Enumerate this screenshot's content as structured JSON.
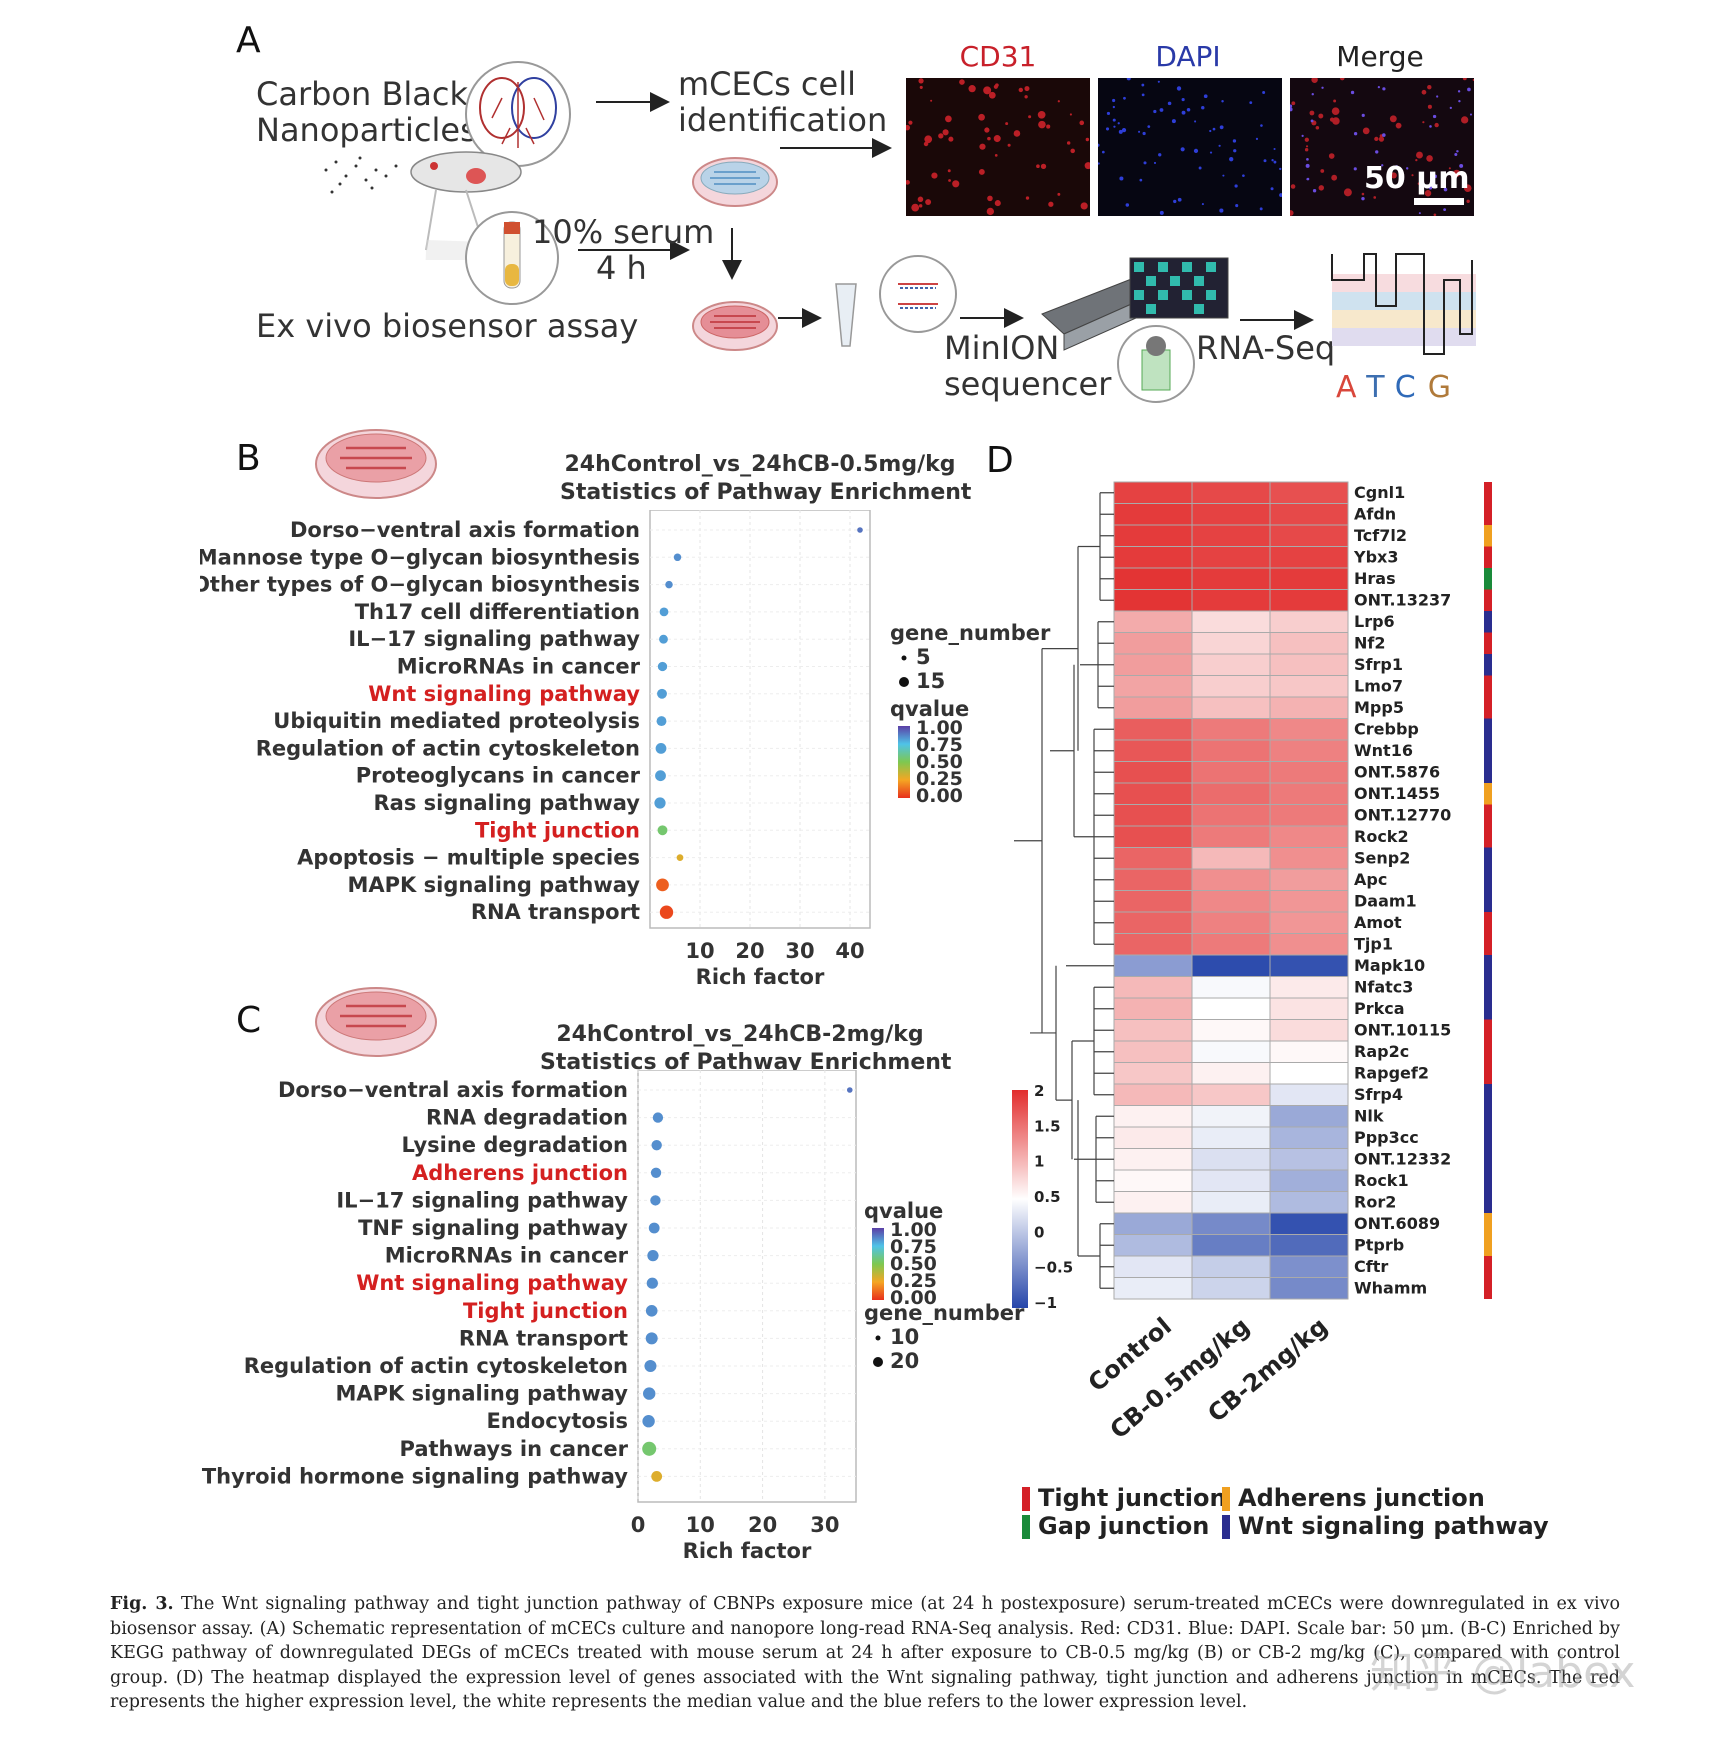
{
  "panelA": {
    "letter": "A",
    "carbon_black": "Carbon Black",
    "nanoparticles": "Nanoparticles",
    "mcecs_line1": "mCECs cell",
    "mcecs_line2": "identification",
    "serum": "10% serum",
    "time": "4 h",
    "assay": "Ex vivo biosensor assay",
    "minion_line1": "MinION",
    "minion_line2": "sequencer",
    "rnaseq": "RNA-Seq",
    "bases": [
      "A",
      "T",
      "C",
      "G"
    ],
    "base_colors": [
      "#d9473b",
      "#3d6fb0",
      "#2f6ab8",
      "#b07a3a"
    ],
    "micro_labels": [
      "CD31",
      "DAPI",
      "Merge"
    ],
    "micro_label_colors": [
      "#c8202a",
      "#2a3aa8",
      "#222222"
    ],
    "scale_bar": "50 μm"
  },
  "panelB": {
    "letter": "B",
    "title_line1": "24hControl_vs_24hCB-0.5mg/kg",
    "title_line2": "Statistics of Pathway Enrichment",
    "legend_size_title": "gene_number",
    "legend_sizes": [
      "5",
      "15"
    ],
    "legend_q_title": "qvalue",
    "legend_q_ticks": [
      "1.00",
      "0.75",
      "0.50",
      "0.25",
      "0.00"
    ],
    "highlight_color": "#d42020"
  },
  "panelC": {
    "letter": "C",
    "title_line1": "24hControl_vs_24hCB-2mg/kg",
    "title_line2": "Statistics of Pathway Enrichment",
    "legend_q_title": "qvalue",
    "legend_q_ticks": [
      "1.00",
      "0.75",
      "0.50",
      "0.25",
      "0.00"
    ],
    "legend_size_title": "gene_number",
    "legend_sizes": [
      "10",
      "20"
    ]
  },
  "panelD": {
    "letter": "D",
    "columns": [
      "Control",
      "CB-0.5mg/kg",
      "CB-2mg/kg"
    ],
    "scale_ticks": [
      "2",
      "1.5",
      "1",
      "0.5",
      "0",
      "−0.5",
      "−1"
    ],
    "legend": [
      {
        "label": "Tight junction",
        "color": "#d42027"
      },
      {
        "label": "Adherens junction",
        "color": "#f0a020"
      },
      {
        "label": "Gap junction",
        "color": "#1a8a3a"
      },
      {
        "label": "Wnt signaling pathway",
        "color": "#2a2d8f"
      }
    ]
  },
  "chart_data": [
    {
      "type": "scatter",
      "panel": "B",
      "title": "24hControl_vs_24hCB-0.5mg/kg Statistics of Pathway Enrichment",
      "xlabel": "Rich factor",
      "ylabel": "",
      "xlim": [
        0,
        44
      ],
      "xticks": [
        10,
        20,
        30,
        40
      ],
      "categories": [
        "Dorso−ventral axis formation",
        "Mannose type O−glycan biosynthesis",
        "Other types of O−glycan biosynthesis",
        "Th17 cell differentiation",
        "IL−17 signaling pathway",
        "MicroRNAs in cancer",
        "Wnt signaling pathway",
        "Ubiquitin mediated proteolysis",
        "Regulation of actin cytoskeleton",
        "Proteoglycans in cancer",
        "Ras signaling pathway",
        "Tight junction",
        "Apoptosis − multiple species",
        "MAPK signaling pathway",
        "RNA transport"
      ],
      "highlighted": [
        "Wnt signaling pathway",
        "Tight junction"
      ],
      "x": [
        42,
        5.5,
        3.8,
        2.8,
        2.7,
        2.5,
        2.4,
        2.3,
        2.2,
        2.1,
        2.0,
        2.5,
        6.0,
        2.5,
        3.3
      ],
      "qvalue": [
        0.9,
        0.85,
        0.85,
        0.82,
        0.82,
        0.82,
        0.82,
        0.82,
        0.82,
        0.82,
        0.82,
        0.55,
        0.3,
        0.1,
        0.05
      ],
      "gene_number": [
        1,
        3,
        3,
        5,
        5,
        6,
        7,
        7,
        9,
        9,
        10,
        7,
        2,
        14,
        16
      ]
    },
    {
      "type": "scatter",
      "panel": "C",
      "title": "24hControl_vs_24hCB-2mg/kg Statistics of Pathway Enrichment",
      "xlabel": "Rich factor",
      "ylabel": "",
      "xlim": [
        0,
        35
      ],
      "xticks": [
        0,
        10,
        20,
        30
      ],
      "categories": [
        "Dorso−ventral axis formation",
        "RNA degradation",
        "Lysine degradation",
        "Adherens junction",
        "IL−17 signaling pathway",
        "TNF signaling pathway",
        "MicroRNAs in cancer",
        "Wnt signaling pathway",
        "Tight junction",
        "RNA transport",
        "Regulation of actin cytoskeleton",
        "MAPK signaling pathway",
        "Endocytosis",
        "Pathways in cancer",
        "Thyroid hormone signaling pathway"
      ],
      "highlighted": [
        "Adherens junction",
        "Wnt signaling pathway",
        "Tight junction"
      ],
      "x": [
        34,
        3.2,
        3.0,
        2.9,
        2.8,
        2.6,
        2.4,
        2.3,
        2.2,
        2.2,
        2.0,
        1.8,
        1.7,
        1.8,
        3.0
      ],
      "qvalue": [
        0.9,
        0.85,
        0.85,
        0.85,
        0.85,
        0.85,
        0.85,
        0.85,
        0.85,
        0.85,
        0.85,
        0.85,
        0.85,
        0.55,
        0.3
      ],
      "gene_number": [
        1,
        8,
        8,
        8,
        8,
        9,
        10,
        10,
        11,
        12,
        12,
        13,
        13,
        18,
        9
      ]
    },
    {
      "type": "heatmap",
      "panel": "D",
      "columns": [
        "Control",
        "CB-0.5mg/kg",
        "CB-2mg/kg"
      ],
      "rows": [
        "Cgnl1",
        "Afdn",
        "Tcf7l2",
        "Ybx3",
        "Hras",
        "ONT.13237",
        "Lrp6",
        "Nf2",
        "Sfrp1",
        "Lmo7",
        "Mpp5",
        "Crebbp",
        "Wnt16",
        "ONT.5876",
        "ONT.1455",
        "ONT.12770",
        "Rock2",
        "Senp2",
        "Apc",
        "Daam1",
        "Amot",
        "Tjp1",
        "Mapk10",
        "Nfatc3",
        "Prkca",
        "ONT.10115",
        "Rap2c",
        "Rapgef2",
        "Sfrp4",
        "Nlk",
        "Ppp3cc",
        "ONT.12332",
        "Rock1",
        "Ror2",
        "ONT.6089",
        "Ptprb",
        "Cftr",
        "Whamm"
      ],
      "values": [
        [
          1.85,
          1.8,
          1.75
        ],
        [
          1.9,
          1.85,
          1.8
        ],
        [
          1.9,
          1.85,
          1.8
        ],
        [
          1.9,
          1.85,
          1.85
        ],
        [
          1.95,
          1.9,
          1.9
        ],
        [
          1.95,
          1.9,
          1.9
        ],
        [
          1.1,
          0.75,
          0.85
        ],
        [
          1.2,
          0.8,
          0.95
        ],
        [
          1.2,
          0.85,
          0.95
        ],
        [
          1.15,
          0.85,
          0.9
        ],
        [
          1.2,
          0.95,
          1.05
        ],
        [
          1.65,
          1.45,
          1.35
        ],
        [
          1.7,
          1.5,
          1.4
        ],
        [
          1.75,
          1.5,
          1.45
        ],
        [
          1.75,
          1.55,
          1.45
        ],
        [
          1.75,
          1.5,
          1.45
        ],
        [
          1.75,
          1.45,
          1.35
        ],
        [
          1.6,
          1.0,
          1.3
        ],
        [
          1.6,
          1.3,
          1.2
        ],
        [
          1.6,
          1.35,
          1.25
        ],
        [
          1.6,
          1.4,
          1.25
        ],
        [
          1.6,
          1.45,
          1.3
        ],
        [
          -0.3,
          -0.95,
          -0.9
        ],
        [
          1.0,
          0.45,
          0.65
        ],
        [
          1.05,
          0.5,
          0.7
        ],
        [
          0.95,
          0.55,
          0.75
        ],
        [
          0.95,
          0.45,
          0.55
        ],
        [
          0.9,
          0.6,
          0.5
        ],
        [
          1.0,
          0.9,
          0.3
        ],
        [
          0.6,
          0.4,
          -0.2
        ],
        [
          0.65,
          0.35,
          -0.1
        ],
        [
          0.6,
          0.25,
          0.0
        ],
        [
          0.55,
          0.3,
          -0.15
        ],
        [
          0.6,
          0.35,
          -0.05
        ],
        [
          -0.2,
          -0.45,
          -0.9
        ],
        [
          -0.05,
          -0.55,
          -0.7
        ],
        [
          0.3,
          0.1,
          -0.4
        ],
        [
          0.35,
          0.15,
          -0.45
        ]
      ],
      "row_annotation": [
        "Tight junction",
        "Tight junction",
        "Adherens junction",
        "Tight junction",
        "Gap junction",
        "Tight junction",
        "Wnt signaling pathway",
        "Tight junction",
        "Wnt signaling pathway",
        "Tight junction",
        "Tight junction",
        "Wnt signaling pathway",
        "Wnt signaling pathway",
        "Wnt signaling pathway",
        "Adherens junction",
        "Tight junction",
        "Tight junction",
        "Wnt signaling pathway",
        "Wnt signaling pathway",
        "Wnt signaling pathway",
        "Tight junction",
        "Tight junction",
        "Wnt signaling pathway",
        "Wnt signaling pathway",
        "Wnt signaling pathway",
        "Tight junction",
        "Tight junction",
        "Tight junction",
        "Wnt signaling pathway",
        "Wnt signaling pathway",
        "Wnt signaling pathway",
        "Wnt signaling pathway",
        "Wnt signaling pathway",
        "Wnt signaling pathway",
        "Adherens junction",
        "Adherens junction",
        "Tight junction",
        "Tight junction"
      ],
      "scale_range": [
        -1,
        2
      ]
    }
  ],
  "caption": {
    "label": "Fig. 3.",
    "text": " The Wnt signaling pathway and tight junction pathway of CBNPs exposure mice (at 24 h postexposure) serum-treated mCECs were downregulated in ex vivo biosensor assay. (A) Schematic representation of mCECs culture and nanopore long-read RNA-Seq analysis. Red: CD31. Blue: DAPI. Scale bar: 50 μm. (B-C) Enriched by KEGG pathway of downregulated DEGs of mCECs treated with mouse serum at 24 h after exposure to CB-0.5 mg/kg (B) or CB-2 mg/kg (C), compared with control group. (D) The heatmap displayed the expression level of genes associated with the Wnt signaling pathway, tight junction and adherens junction in mCECs. The red represents the higher expression level, the white represents the median value and the blue refers to the lower expression level."
  },
  "watermark": "知乎 @labex"
}
